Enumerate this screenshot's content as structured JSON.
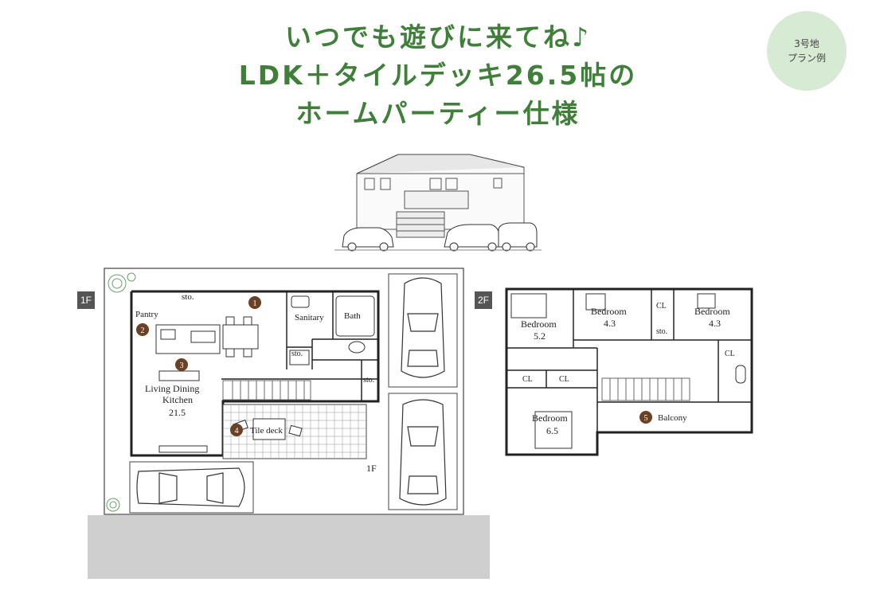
{
  "headline": {
    "line1": "いつでも遊びに来てね♪",
    "line2": "LDK＋タイルデッキ26.5帖の",
    "line3": "ホームパーティー仕様"
  },
  "badge": {
    "line1": "3号地",
    "line2": "プラン例"
  },
  "colors": {
    "accent_green": "#3f7f3a",
    "badge_bg": "#d7ead3",
    "marker_brown": "#6b4126",
    "road_gray": "#cfcfcf"
  },
  "floor1": {
    "tag": "1F",
    "inner_label": "1F",
    "rooms": {
      "pantry": "Pantry",
      "sanitary": "Sanitary",
      "bath": "Bath",
      "ldk": "Living Dining",
      "kitchen": "Kitchen",
      "ldk_size": "21.5",
      "tile_deck": "Tile deck",
      "storage": "sto."
    },
    "markers": [
      "1",
      "2",
      "3",
      "4"
    ]
  },
  "floor2": {
    "tag": "2F",
    "rooms": {
      "bedroom": "Bedroom",
      "bed1_size": "5.2",
      "bed2_size": "4.3",
      "bed3_size": "4.3",
      "bed4_size": "6.5",
      "closet": "CL",
      "storage": "sto.",
      "balcony": "Balcony"
    },
    "markers": [
      "5"
    ]
  }
}
